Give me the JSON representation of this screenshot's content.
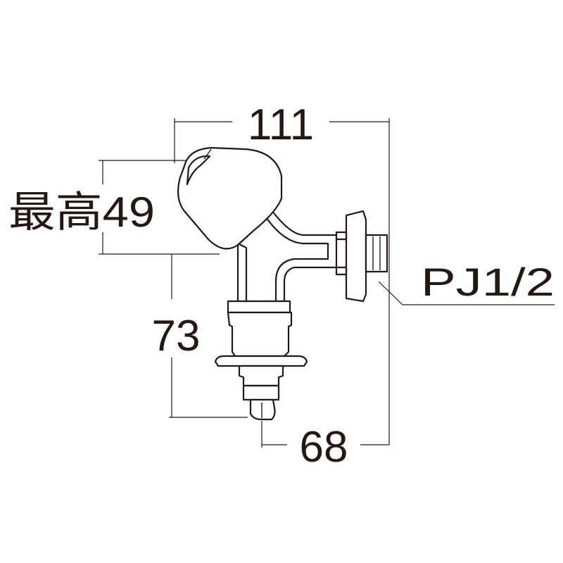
{
  "dimensions": {
    "width_total": "111",
    "height_max": "最高49",
    "height_lower": "73",
    "width_lower": "68"
  },
  "labels": {
    "thread_spec": "PJ1/2"
  },
  "colors": {
    "line": "#231815",
    "background": "#ffffff"
  }
}
